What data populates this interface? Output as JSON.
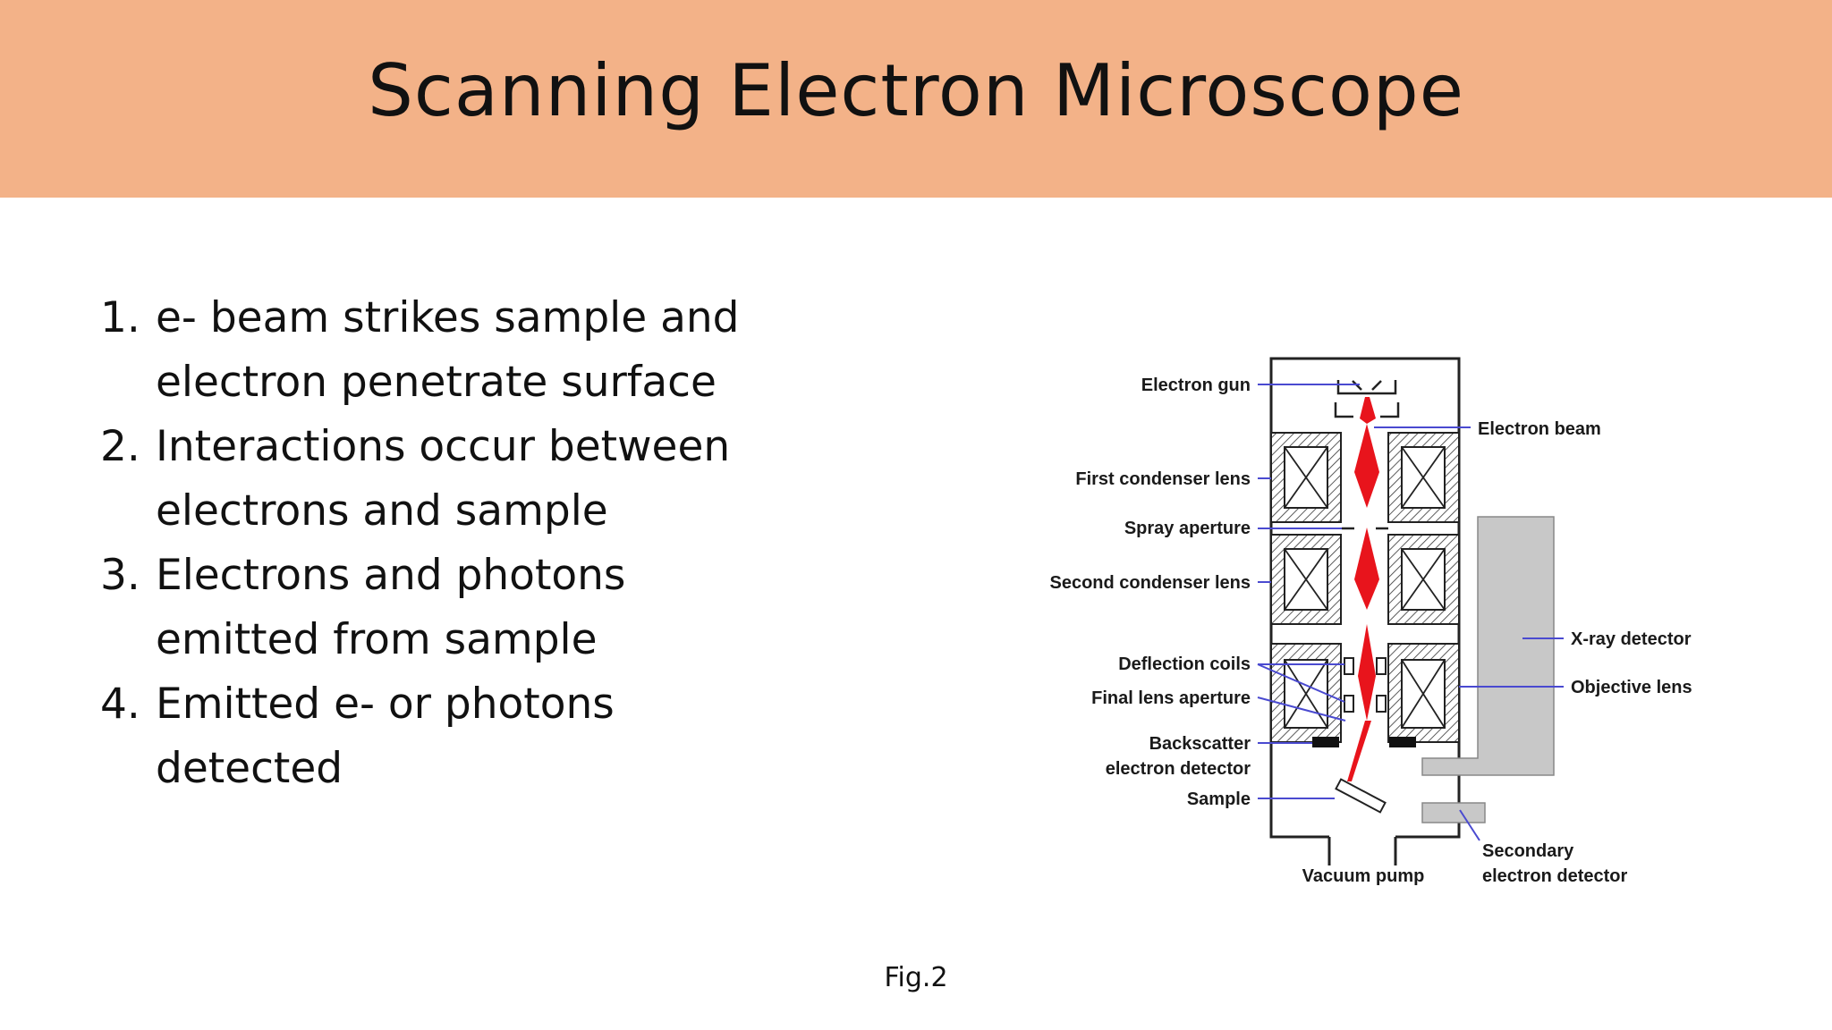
{
  "slide": {
    "title": "Scanning Electron Microscope",
    "steps": [
      {
        "number": "1.",
        "text": "e- beam strikes sample and electron penetrate surface"
      },
      {
        "number": "2.",
        "text": "Interactions occur between electrons and sample"
      },
      {
        "number": "3.",
        "text": "Electrons and photons emitted from sample"
      },
      {
        "number": "4.",
        "text": "Emitted e- or photons detected"
      }
    ],
    "caption": "Fig.2"
  },
  "diagram": {
    "labels": {
      "electron_gun": "Electron gun",
      "electron_beam": "Electron beam",
      "first_condenser_lens": "First condenser lens",
      "spray_aperture": "Spray aperture",
      "second_condenser_lens": "Second condenser lens",
      "deflection_coils": "Deflection coils",
      "final_lens_aperture": "Final lens aperture",
      "backscatter_line1": "Backscatter",
      "backscatter_line2": "electron detector",
      "sample": "Sample",
      "vacuum_pump": "Vacuum pump",
      "xray_detector": "X-ray detector",
      "objective_lens": "Objective lens",
      "secondary_line1": "Secondary",
      "secondary_line2": "electron detector"
    },
    "colors": {
      "header": "#f3b288",
      "beam": "#e8141c",
      "leader_lines": "#4a4ad0",
      "detector": "#c8c8c8"
    }
  }
}
